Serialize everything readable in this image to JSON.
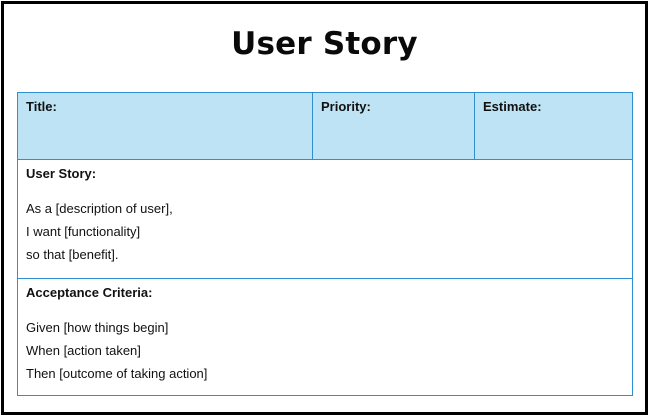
{
  "document": {
    "title": "User Story",
    "header": {
      "title_label": "Title:",
      "priority_label": "Priority:",
      "estimate_label": "Estimate:"
    },
    "story": {
      "label": "User Story:",
      "lines": [
        "As a [description of user],",
        "I want [functionality]",
        "so that [benefit]."
      ]
    },
    "criteria": {
      "label": "Acceptance Criteria:",
      "lines": [
        "Given [how things begin]",
        "When [action taken]",
        "Then [outcome of taking action]"
      ]
    }
  },
  "colors": {
    "header_fill": "#bde3f4",
    "border": "#2f8fcf",
    "frame": "#000000"
  }
}
